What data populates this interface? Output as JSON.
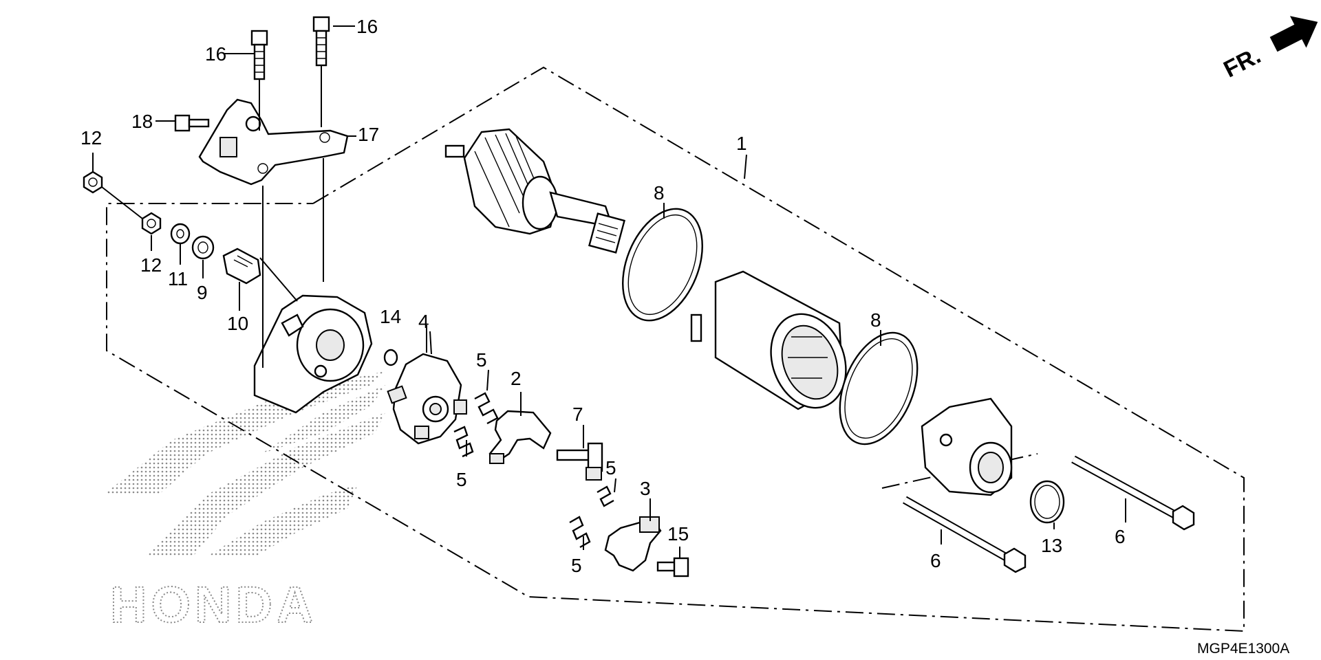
{
  "diagram": {
    "drawing_code": "MGP4E1300A",
    "direction_label": "FR.",
    "watermark": "HONDA",
    "callouts": [
      {
        "id": "c1",
        "text": "1"
      },
      {
        "id": "c2",
        "text": "2"
      },
      {
        "id": "c3",
        "text": "3"
      },
      {
        "id": "c4",
        "text": "4"
      },
      {
        "id": "c5a",
        "text": "5"
      },
      {
        "id": "c5b",
        "text": "5"
      },
      {
        "id": "c5c",
        "text": "5"
      },
      {
        "id": "c5d",
        "text": "5"
      },
      {
        "id": "c6a",
        "text": "6"
      },
      {
        "id": "c6b",
        "text": "6"
      },
      {
        "id": "c7",
        "text": "7"
      },
      {
        "id": "c8a",
        "text": "8"
      },
      {
        "id": "c8b",
        "text": "8"
      },
      {
        "id": "c9",
        "text": "9"
      },
      {
        "id": "c10",
        "text": "10"
      },
      {
        "id": "c11",
        "text": "11"
      },
      {
        "id": "c12a",
        "text": "12"
      },
      {
        "id": "c12b",
        "text": "12"
      },
      {
        "id": "c13",
        "text": "13"
      },
      {
        "id": "c14",
        "text": "14"
      },
      {
        "id": "c15",
        "text": "15"
      },
      {
        "id": "c16a",
        "text": "16"
      },
      {
        "id": "c16b",
        "text": "16"
      },
      {
        "id": "c17",
        "text": "17"
      },
      {
        "id": "c18",
        "text": "18"
      }
    ]
  }
}
